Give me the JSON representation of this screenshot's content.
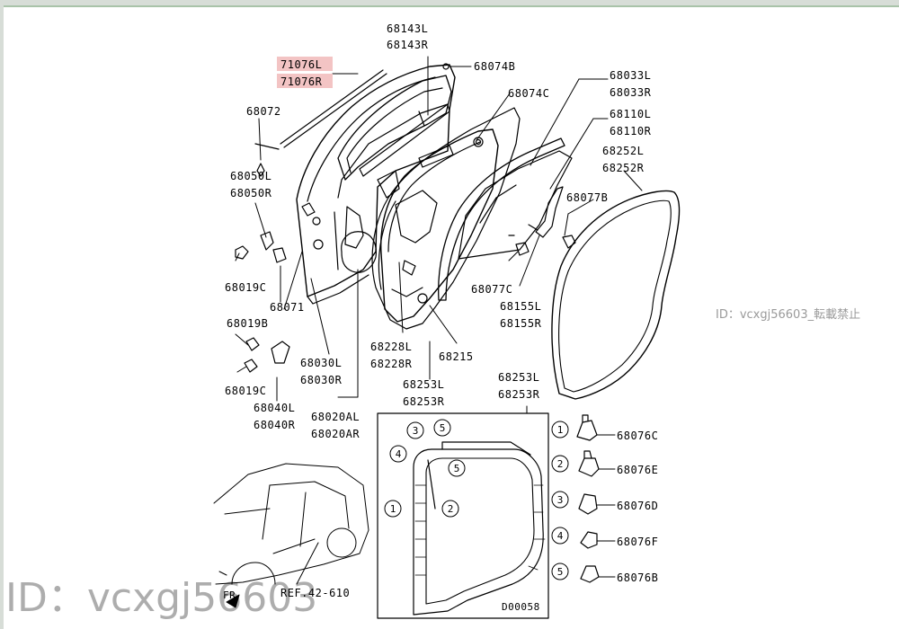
{
  "diagram": {
    "highlight_color": "#f3c4c4",
    "parts": {
      "p68143": [
        "68143L",
        "68143R"
      ],
      "p71076": [
        "71076L",
        "71076R"
      ],
      "p68074B": "68074B",
      "p68074C": "68074C",
      "p68072": "68072",
      "p68050": [
        "68050L",
        "68050R"
      ],
      "p68019C_a": "68019C",
      "p68071": "68071",
      "p68019B": "68019B",
      "p68019C_b": "68019C",
      "p68040": [
        "68040L",
        "68040R"
      ],
      "p68030": [
        "68030L",
        "68030R"
      ],
      "p68020": [
        "68020AL",
        "68020AR"
      ],
      "p68228": [
        "68228L",
        "68228R"
      ],
      "p68215": "68215",
      "p68253_a": [
        "68253L",
        "68253R"
      ],
      "p68253_b": [
        "68253L",
        "68253R"
      ],
      "p68033": [
        "68033L",
        "68033R"
      ],
      "p68110": [
        "68110L",
        "68110R"
      ],
      "p68252": [
        "68252L",
        "68252R"
      ],
      "p68077B": "68077B",
      "p68077C": "68077C",
      "p68155": [
        "68155L",
        "68155R"
      ],
      "ref": "REF.42-610",
      "fr": "FR",
      "code": "D00058"
    },
    "clips": [
      {
        "n": "1",
        "part": "68076C"
      },
      {
        "n": "2",
        "part": "68076E"
      },
      {
        "n": "3",
        "part": "68076D"
      },
      {
        "n": "4",
        "part": "68076F"
      },
      {
        "n": "5",
        "part": "68076B"
      }
    ],
    "inset_callouts": [
      "1",
      "2",
      "3",
      "4",
      "5",
      "5"
    ],
    "watermark_small": "ID：vcxgj56603_転載禁止",
    "watermark_large": "ID：vcxgj56603"
  }
}
